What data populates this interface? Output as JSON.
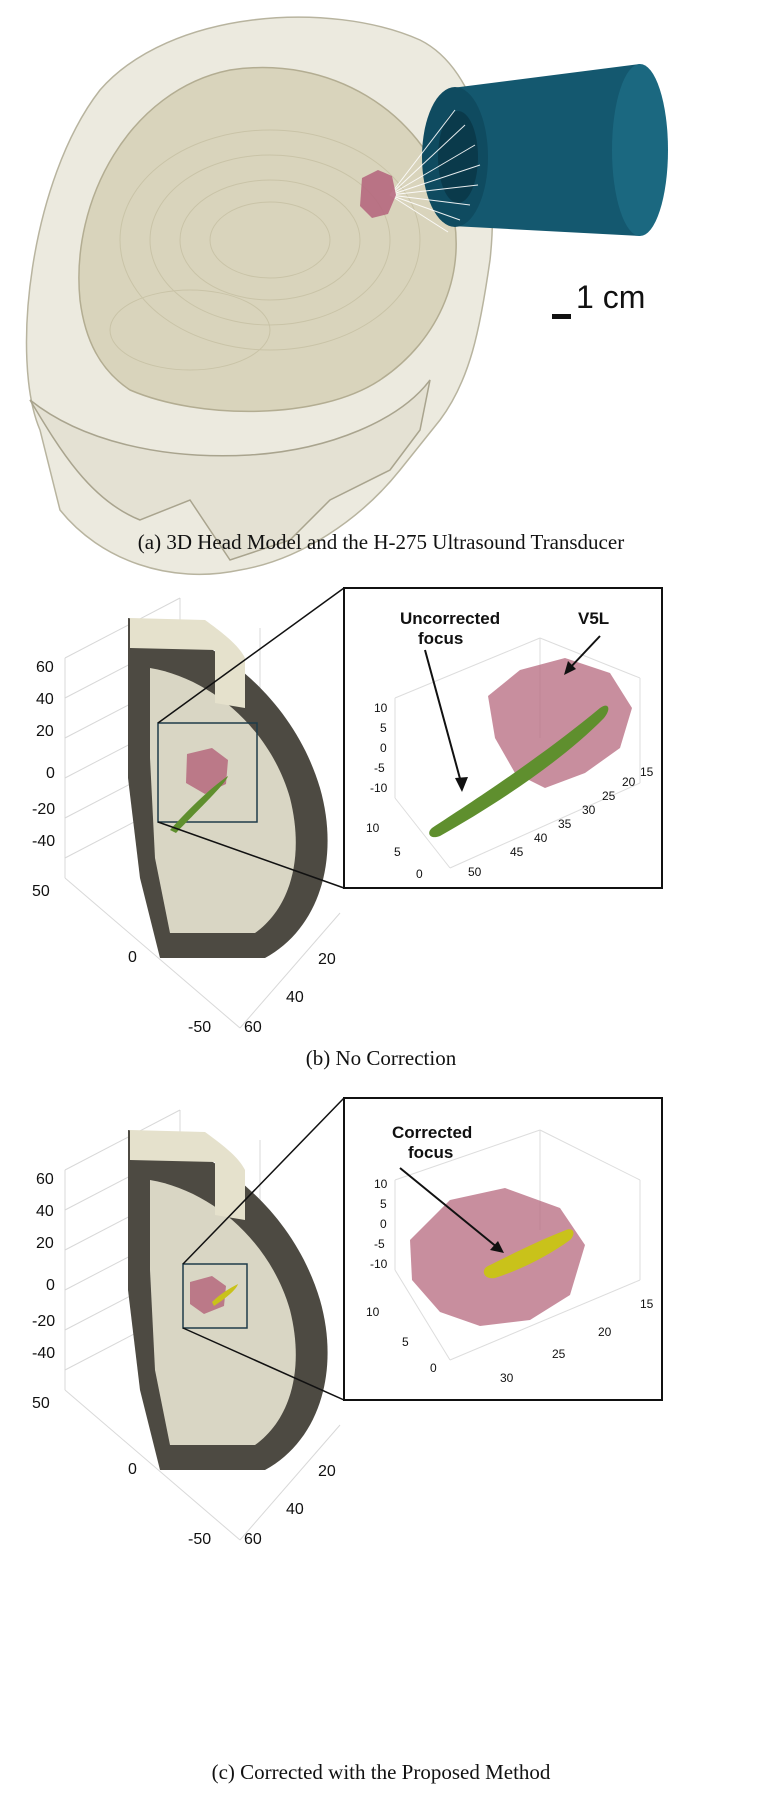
{
  "panel_a": {
    "caption": "(a) 3D Head Model and the H-275 Ultrasound Transducer",
    "scale_bar_label": "1 cm"
  },
  "panel_b": {
    "caption": "(b) No Correction",
    "z_ticks": [
      "60",
      "40",
      "20",
      "0",
      "-20",
      "-40"
    ],
    "y_ticks": [
      "50",
      "0",
      "-50"
    ],
    "x_ticks": [
      "20",
      "40",
      "60"
    ],
    "inset": {
      "z_ticks": [
        "10",
        "5",
        "0",
        "-5",
        "-10"
      ],
      "y_ticks": [
        "10",
        "5",
        "0"
      ],
      "x_ticks": [
        "15",
        "20",
        "25",
        "30",
        "35",
        "40",
        "45",
        "50"
      ],
      "annotation_focus_line1": "Uncorrected",
      "annotation_focus_line2": "focus",
      "annotation_target": "V5L"
    }
  },
  "panel_c": {
    "caption": "(c) Corrected with the Proposed Method",
    "z_ticks": [
      "60",
      "40",
      "20",
      "0",
      "-20",
      "-40"
    ],
    "y_ticks": [
      "50",
      "0",
      "-50"
    ],
    "x_ticks": [
      "20",
      "40",
      "60"
    ],
    "inset": {
      "z_ticks": [
        "10",
        "5",
        "0",
        "-5",
        "-10"
      ],
      "y_ticks": [
        "10",
        "5",
        "0"
      ],
      "x_ticks": [
        "15",
        "20",
        "25",
        "30"
      ],
      "annotation_focus_line1": "Corrected",
      "annotation_focus_line2": "focus"
    }
  },
  "colors": {
    "skull": "#d9d6c4",
    "transducer": "#14586f",
    "target_region": "#b5687e",
    "uncorrected_focus": "#5f8f2e",
    "corrected_focus": "#c9c21a"
  }
}
